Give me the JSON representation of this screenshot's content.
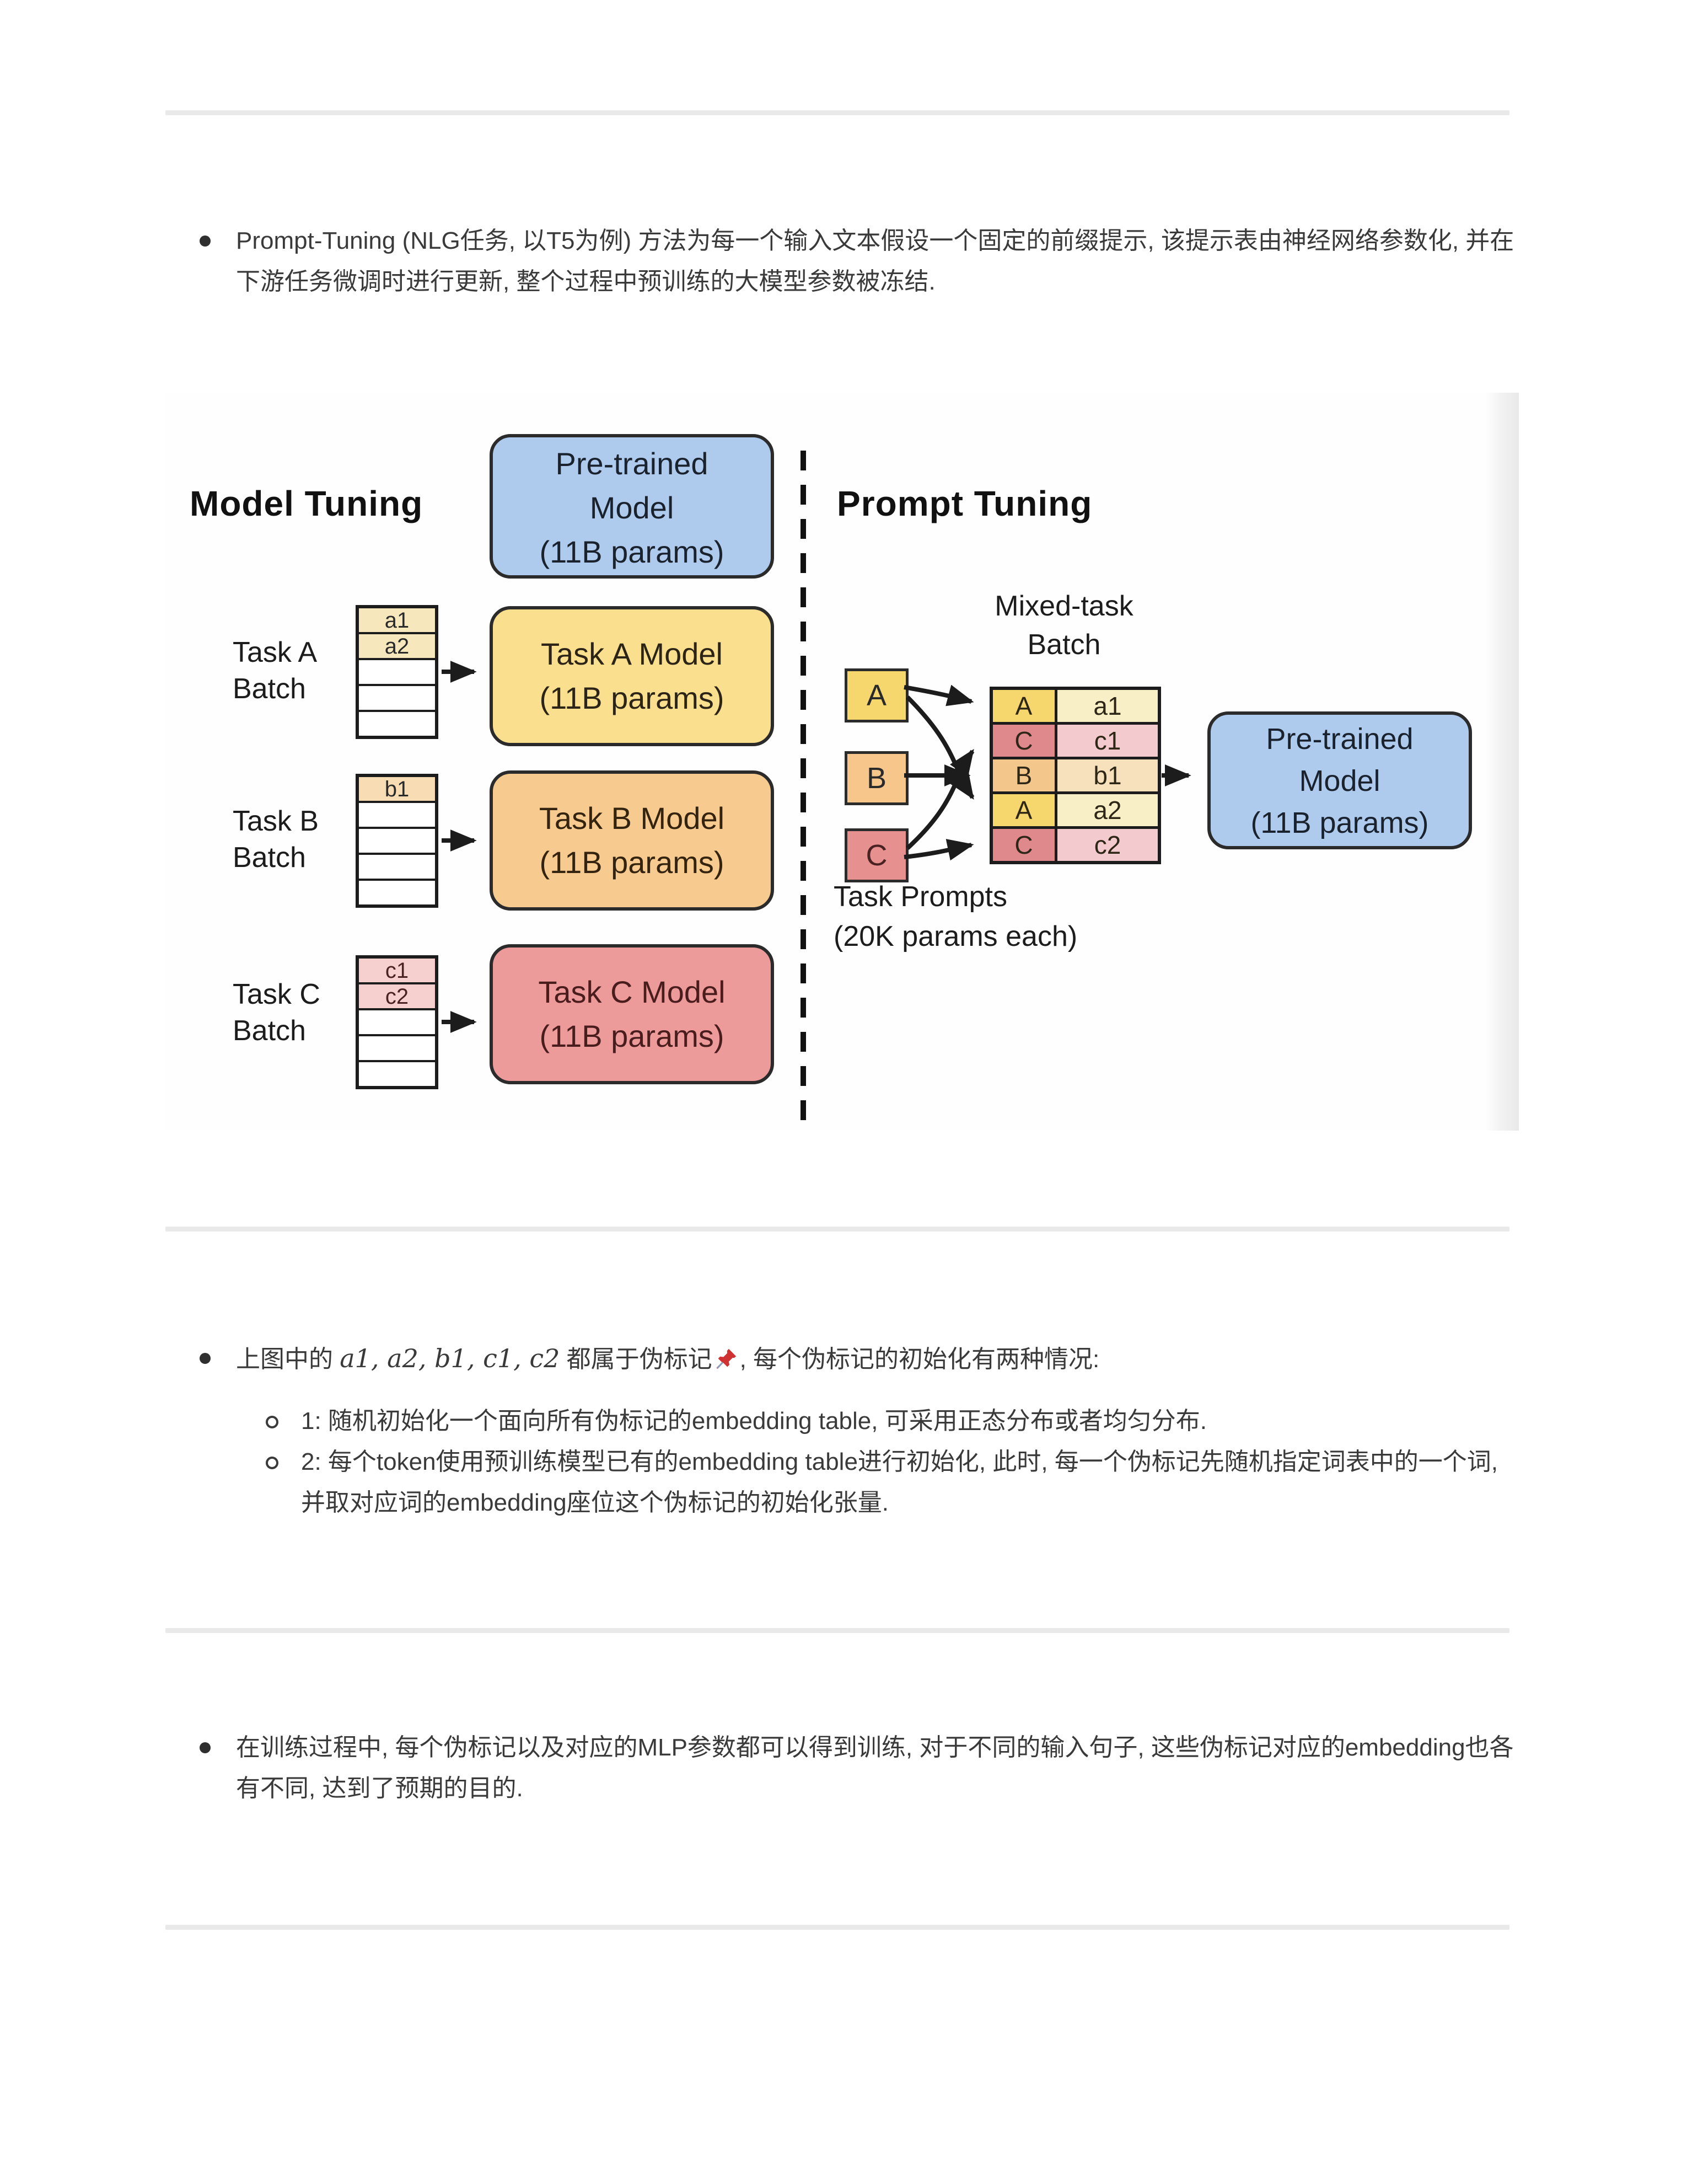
{
  "colors": {
    "divider": "#e9e9e9",
    "body_text": "#3a3a3a",
    "figure_blue": "#aecbee",
    "figure_yellow": "#fae08e",
    "figure_orange": "#f7cb90",
    "figure_red": "#ec9a9a",
    "batch_tint_yellow": "#f6e7bd",
    "batch_tint_orange": "#f8dcb4",
    "batch_tint_pink": "#f6cfcf",
    "cell_yellow": "#f5d76e",
    "cell_orange": "#f3c68b",
    "cell_red": "#e0898d",
    "pushpin_red": "#cf3232",
    "figure_line": "#1c1c1c"
  },
  "bullets": {
    "b1": "Prompt-Tuning (NLG任务, 以T5为例) 方法为每一个输入文本假设一个固定的前缀提示, 该提示表由神经网络参数化, 并在下游任务微调时进行更新, 整个过程中预训练的大模型参数被冻结.",
    "b2_prefix": "上图中的 ",
    "b2_math": "a1, a2, b1, c1, c2",
    "b2_mid": " 都属于伪标记",
    "b2_tail": ", 每个伪标记的初始化有两种情况:",
    "sub1": "1: 随机初始化一个面向所有伪标记的embedding table, 可采用正态分布或者均匀分布.",
    "sub2": "2: 每个token使用预训练模型已有的embedding table进行初始化, 此时, 每一个伪标记先随机指定词表中的一个词, 并取对应词的embedding座位这个伪标记的初始化张量.",
    "b3": "在训练过程中, 每个伪标记以及对应的MLP参数都可以得到训练, 对于不同的输入句子, 这些伪标记对应的embedding也各有不同, 达到了预期的目的."
  },
  "figure": {
    "left": {
      "title": "Model Tuning",
      "pretrained": [
        "Pre-trained",
        "Model",
        "(11B params)"
      ],
      "tasks": [
        {
          "batch_label": [
            "Task A",
            "Batch"
          ],
          "rows": [
            "a1",
            "a2"
          ],
          "model": [
            "Task A Model",
            "(11B params)"
          ]
        },
        {
          "batch_label": [
            "Task B",
            "Batch"
          ],
          "rows": [
            "b1"
          ],
          "model": [
            "Task B Model",
            "(11B params)"
          ]
        },
        {
          "batch_label": [
            "Task C",
            "Batch"
          ],
          "rows": [
            "c1",
            "c2"
          ],
          "model": [
            "Task C Model",
            "(11B params)"
          ]
        }
      ]
    },
    "right": {
      "title": "Prompt Tuning",
      "mixed_label": [
        "Mixed-task",
        "Batch"
      ],
      "prompt_boxes": [
        "A",
        "B",
        "C"
      ],
      "batch_rows": [
        {
          "task": "A",
          "item": "a1"
        },
        {
          "task": "C",
          "item": "c1"
        },
        {
          "task": "B",
          "item": "b1"
        },
        {
          "task": "A",
          "item": "a2"
        },
        {
          "task": "C",
          "item": "c2"
        }
      ],
      "pretrained": [
        "Pre-trained",
        "Model",
        "(11B params)"
      ],
      "task_prompts": [
        "Task Prompts",
        "(20K params each)"
      ]
    }
  }
}
